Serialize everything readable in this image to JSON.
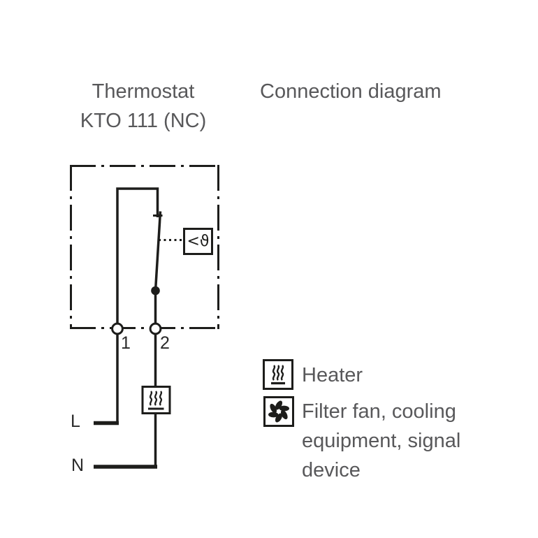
{
  "page": {
    "background": "#ffffff",
    "line_color": "#1d1d1b",
    "text_color": "#58585a"
  },
  "titles": {
    "left_line1": "Thermostat",
    "left_line2": "KTO 111 (NC)",
    "right": "Connection diagram"
  },
  "diagram": {
    "terminal_labels": {
      "t1": "1",
      "t2": "2"
    },
    "wire_labels": {
      "line": "L",
      "neutral": "N"
    },
    "sensor_label": "<ϑ",
    "icons": {
      "enclosure": "dash-dot-enclosure-boundary",
      "switch": "nc-switch",
      "sensor": "temperature-sensor-box",
      "heater": "heater-icon"
    }
  },
  "legend": {
    "items": [
      {
        "icon": "heater-icon",
        "label": "Heater"
      },
      {
        "icon": "fan-icon",
        "label": "Filter fan, cooling\nequipment, signal\ndevice"
      }
    ]
  }
}
